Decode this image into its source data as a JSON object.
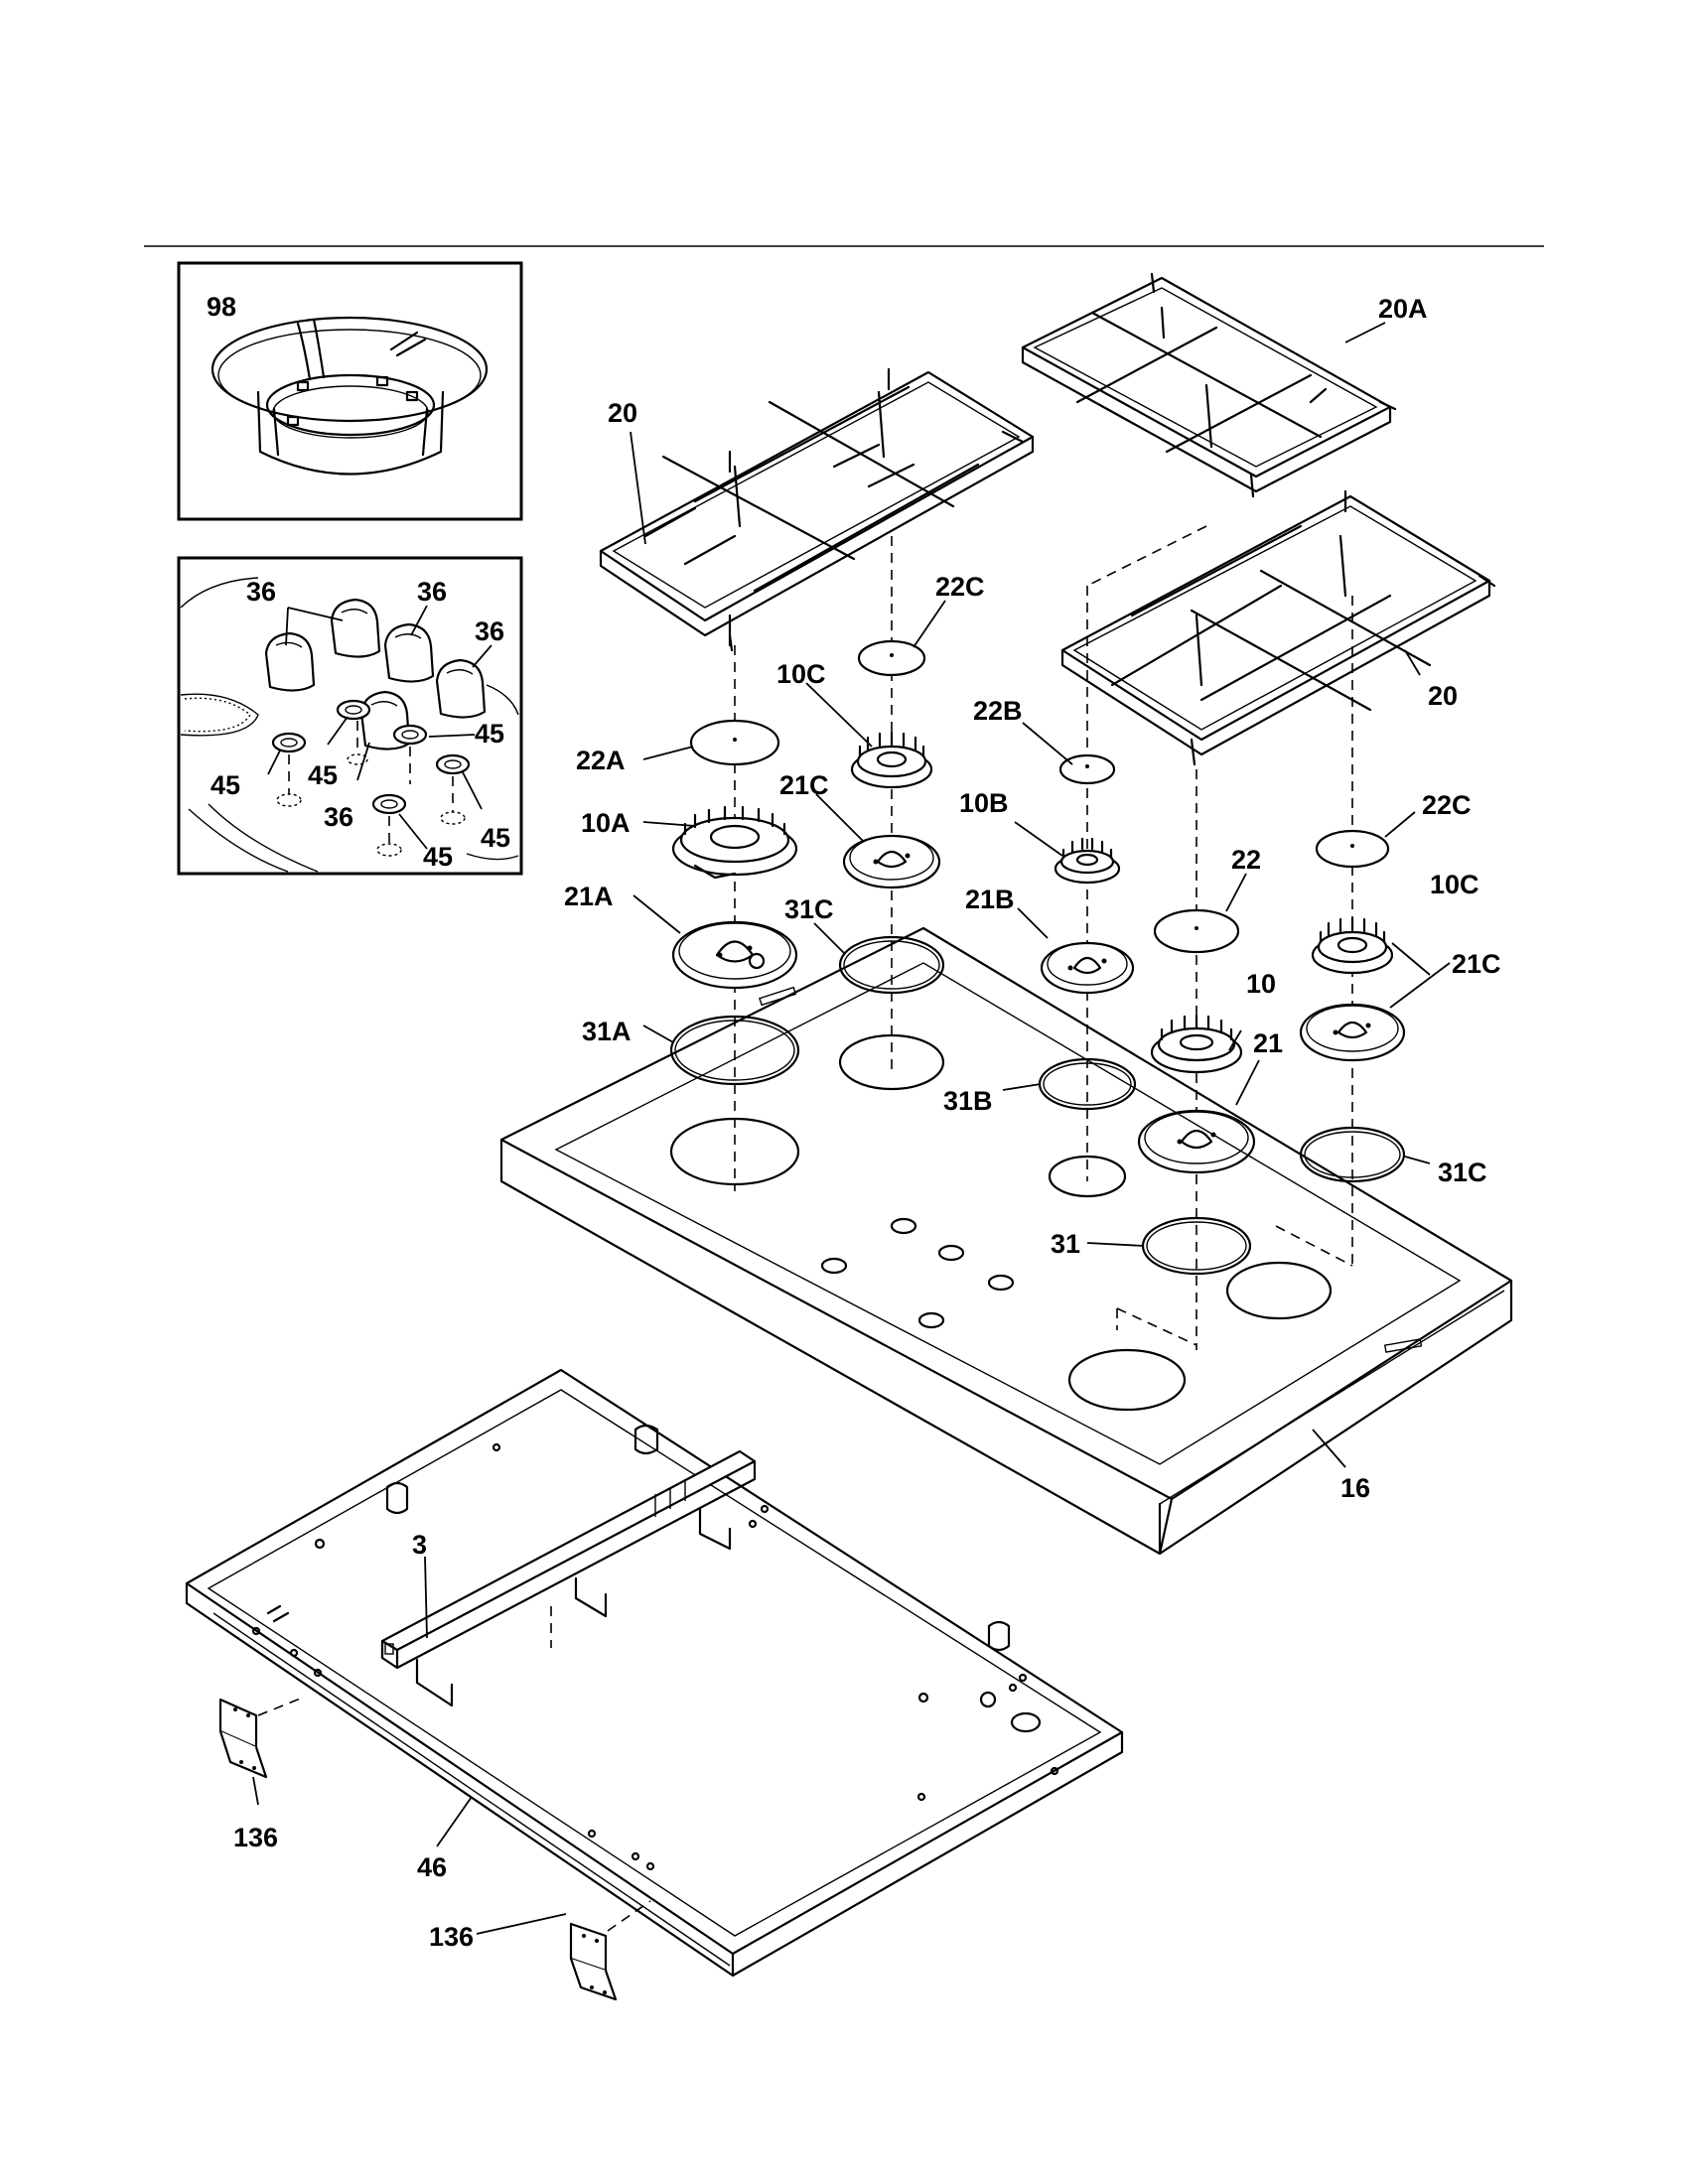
{
  "labels": {
    "p98": "98",
    "p20_left": "20",
    "p20A": "20A",
    "p20_right": "20",
    "p22C_top": "22C",
    "p10C_top": "10C",
    "p22B": "22B",
    "p10B": "10B",
    "p21C_top": "21C",
    "p22A": "22A",
    "p10A": "10A",
    "p21A": "21A",
    "p31C_top": "31C",
    "p21B": "21B",
    "p22": "22",
    "p22C_right": "22C",
    "p10C_right": "10C",
    "p21C_right": "21C",
    "p10": "10",
    "p21": "21",
    "p31A": "31A",
    "p31B": "31B",
    "p31C_right": "31C",
    "p31": "31",
    "p16": "16",
    "p3": "3",
    "p46": "46",
    "p136_left": "136",
    "p136_bottom": "136",
    "k36_a": "36",
    "k36_b": "36",
    "k36_c": "36",
    "k36_d": "36",
    "k45_a": "45",
    "k45_b": "45",
    "k45_c": "45",
    "k45_d": "45",
    "k45_e": "45"
  }
}
